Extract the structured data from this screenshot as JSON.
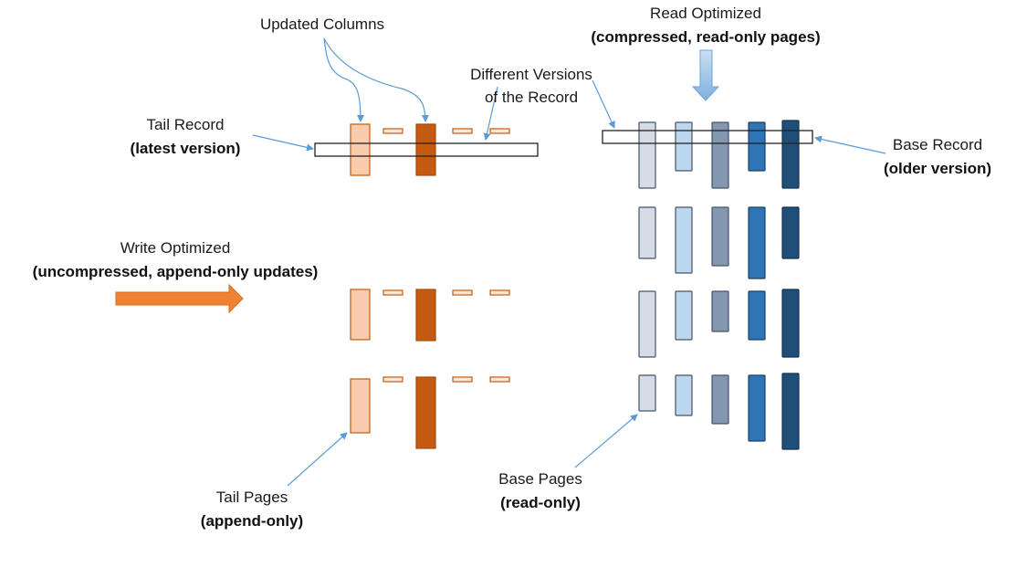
{
  "labels": {
    "updated_columns": "Updated Columns",
    "read_optimized": {
      "line1": "Read Optimized",
      "line2": "(compressed, read-only pages)"
    },
    "different_versions": {
      "line1": "Different Versions",
      "line2": "of the Record"
    },
    "tail_record": {
      "line1": "Tail Record",
      "line2": "(latest version)"
    },
    "base_record": {
      "line1": "Base Record",
      "line2": "(older version)"
    },
    "write_optimized": {
      "line1": "Write Optimized",
      "line2": "(uncompressed, append-only updates)"
    },
    "tail_pages": {
      "line1": "Tail Pages",
      "line2": "(append-only)"
    },
    "base_pages": {
      "line1": "Base Pages",
      "line2": "(read-only)"
    }
  },
  "colors": {
    "tail_light": "#f8cbad",
    "tail_dark": "#c55a11",
    "tail_outline": "#c55a11",
    "write_arrow": "#f08232",
    "read_arrow": "#9dc3e6",
    "base_col1": "#d6dce5",
    "base_col2": "#bdd7ee",
    "base_col3": "#8497b0",
    "base_col4": "#2e75b6",
    "base_col5": "#1f4e79",
    "pointer_line": "#5b9bd5",
    "record_outline": "#222222"
  }
}
